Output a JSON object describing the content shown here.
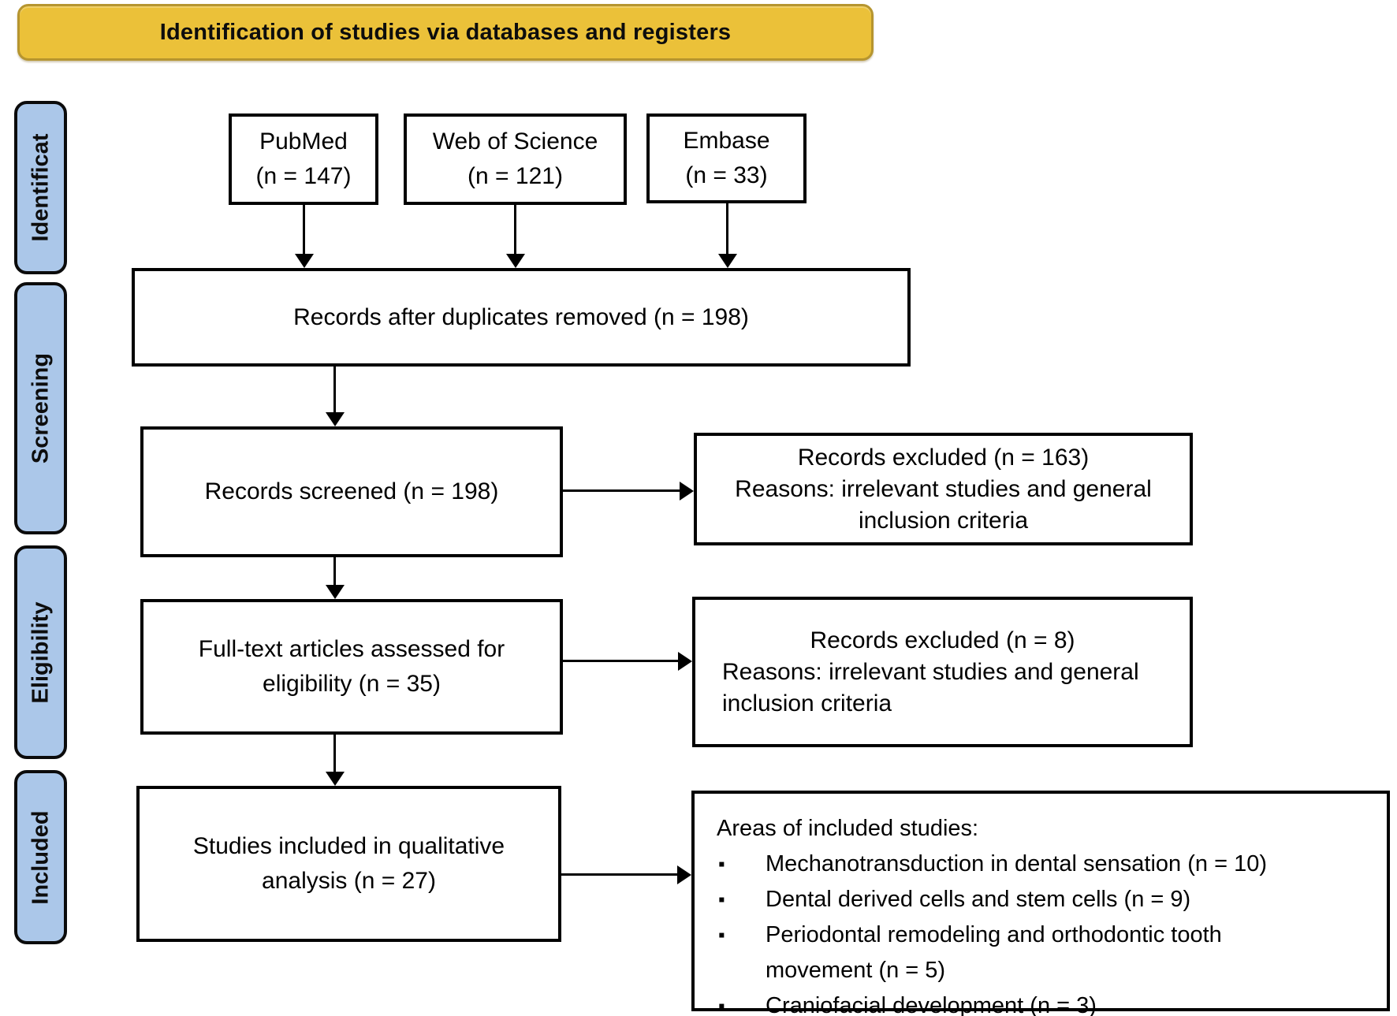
{
  "banner": {
    "title": "Identification of studies via databases and registers"
  },
  "stages": {
    "identification": "Identificat",
    "screening": "Screening",
    "eligibility": "Eligibility",
    "included": "Included"
  },
  "sources": [
    {
      "label": "PubMed\n(n = 147)"
    },
    {
      "label": "Web of Science\n(n = 121)"
    },
    {
      "label": "Embase\n(n = 33)"
    }
  ],
  "flow": {
    "duplicates_removed": "Records after duplicates removed (n = 198)",
    "records_screened": "Records screened (n = 198)",
    "fulltext_assessed": "Full-text articles assessed for\neligibility (n = 35)",
    "studies_included": "Studies included in qualitative\nanalysis (n = 27)"
  },
  "excluded": {
    "screening": "Records excluded (n = 163)\nReasons: irrelevant studies and general\ninclusion criteria",
    "eligibility_title": "Records excluded (n = 8)",
    "eligibility_reasons": "Reasons: irrelevant studies and general\ninclusion criteria"
  },
  "areas": {
    "title": "Areas of included studies:",
    "items": [
      "Mechanotransduction in dental sensation (n = 10)",
      "Dental derived cells and stem cells (n = 9)",
      "Periodontal remodeling and orthodontic tooth\nmovement (n = 5)",
      "Craniofacial development (n = 3)"
    ]
  },
  "icons": {
    "bullet": "▪"
  },
  "colors": {
    "banner_fill": "#ebc139",
    "banner_border": "#b6952f",
    "stage_fill": "#abc7e9",
    "box_border": "#000000",
    "background": "#ffffff"
  }
}
